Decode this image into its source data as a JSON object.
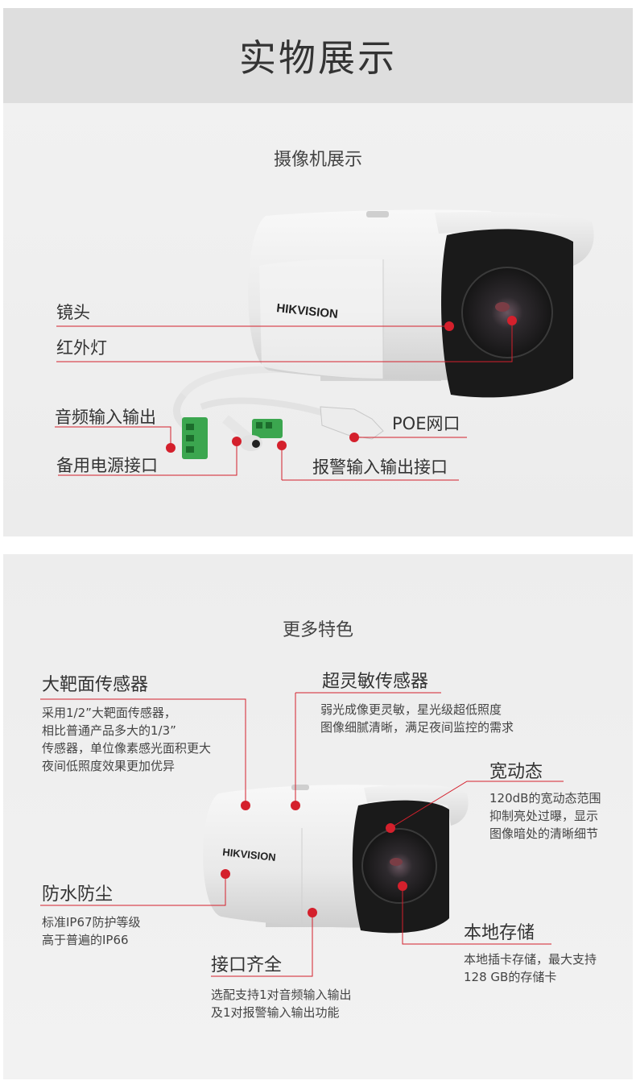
{
  "header": {
    "title": "实物展示"
  },
  "section1": {
    "title": "摄像机展示",
    "brand": "HIKVISION",
    "labels": {
      "lens": "镜头",
      "ir": "红外灯",
      "audio": "音频输入输出",
      "power": "备用电源接口",
      "poe": "POE网口",
      "alarm": "报警输入输出接口"
    }
  },
  "section2": {
    "title": "更多特色",
    "brand": "HIKVISION",
    "features": {
      "sensor": {
        "title": "大靶面传感器",
        "lines": [
          "采用1/2”大靶面传感器，",
          "相比普通产品多大的1/3”",
          "传感器，单位像素感光面积更大",
          "夜间低照度效果更加优异"
        ]
      },
      "sensitive": {
        "title": "超灵敏传感器",
        "lines": [
          "弱光成像更灵敏，星光级超低照度",
          "图像细腻清晰，满足夜间监控的需求"
        ]
      },
      "wdr": {
        "title": "宽动态",
        "lines": [
          "120dB的宽动态范围",
          "抑制亮处过曝，显示",
          "图像暗处的清晰细节"
        ]
      },
      "waterproof": {
        "title": "防水防尘",
        "lines": [
          "标准IP67防护等级",
          "高于普遍的IP66"
        ]
      },
      "storage": {
        "title": "本地存储",
        "lines": [
          "本地插卡存储，最大支持",
          "128 GB的存储卡"
        ]
      },
      "ports": {
        "title": "接口齐全",
        "lines": [
          "选配支持1对音频输入输出",
          "及1对报警输入输出功能"
        ]
      }
    }
  },
  "colors": {
    "accent": "#d4202c",
    "header_bg": "#dedede"
  }
}
